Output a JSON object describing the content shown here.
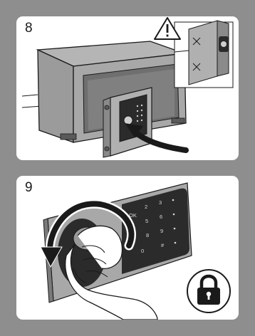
{
  "steps": [
    {
      "number": "8",
      "warning_icon": "warning-triangle-icon",
      "arrow_icon": "curved-arrow-icon"
    },
    {
      "number": "9",
      "keypad_keys": [
        "OK",
        "2",
        "5",
        "8",
        "0",
        "3",
        "6",
        "9",
        "#"
      ],
      "lock_icon": "padlock-icon",
      "arrow_icon": "rotate-arrow-icon"
    }
  ],
  "colors": {
    "background": "#8e8e8e",
    "panel": "#ffffff",
    "safe_fill": "#9a9a9a",
    "keypad": "#2b2b2b",
    "line": "#1a1a1a"
  }
}
